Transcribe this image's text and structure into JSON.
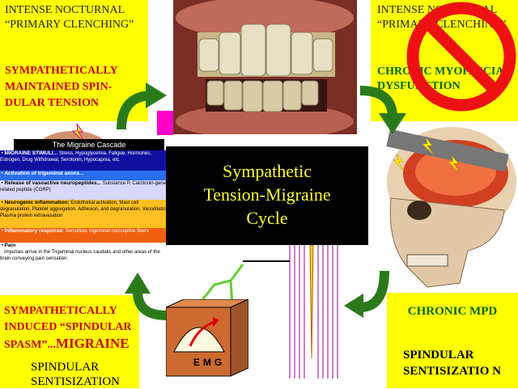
{
  "boxes": {
    "top_left": {
      "line1": "INTENSE NOCTURNAL “PRIMARY CLENCHING”",
      "line2": "SYMPATHETICALLY MAINTAINED SPIN-DULAR TENSION"
    },
    "top_right": {
      "line1": "INTENSE NOCTURNAL “PRIMARY CLENCHING”",
      "line2": "CHRONIC MYOFASCIAL DYSFUNCTION"
    },
    "bottom_left": {
      "line1a": "SYMPATHETICALLY INDUCED “SPINDULAR SPASM”...",
      "line1b": "MIGRAINE",
      "line2": "SPINDULAR SENTISIZATION"
    },
    "bottom_right": {
      "line1": "CHRONIC MPD",
      "line2": "SPINDULAR SENTISIZATIO N"
    }
  },
  "center": {
    "title_line1": "Sympathetic",
    "title_line2": "Tension-Migraine",
    "title_line3": "Cycle"
  },
  "cascade": {
    "header": "The Migraine Cascade",
    "items": [
      {
        "title": "MIGRAINE STIMULI...",
        "body": "Stress, Hypoglycemia, Fatigue, Hormones, Estrogen, Drug Withdrawal, Serotonin, Hypocapnia, etc."
      },
      {
        "title": "Activation of trigeminal axons...",
        "body": ""
      },
      {
        "title": "Release of vasoactive neuropeptides...",
        "body": "Substance P, Calcitonin-gene-related peptide (CGRP)"
      },
      {
        "title": "Neurogenic inflammation:",
        "body": "Endothelial activation, Mast cell degranulation, Platelet aggregation, Adhesion, and degranulation, Vasodilation, Plasma protein extravasation"
      },
      {
        "title": "Inflammatory response:",
        "body": "Sensitizes trigeminal nociceptive fibers"
      },
      {
        "title": "Pain",
        "body": "Impulses arrive in the Trigeminal nucleus caudalis and other areas of the brain conveying pain sensation."
      }
    ]
  },
  "emg": {
    "label": "EMG"
  },
  "colors": {
    "yellow": "#ffff00",
    "red_text": "#cc0000",
    "green_text": "#006600",
    "arrow_green": "#2a7a1a",
    "center_title": "#ffff33"
  },
  "icons": [
    "no-symbol-icon",
    "lightning-icon",
    "curved-arrow-icon",
    "teeth-photo",
    "skull-illustration"
  ]
}
